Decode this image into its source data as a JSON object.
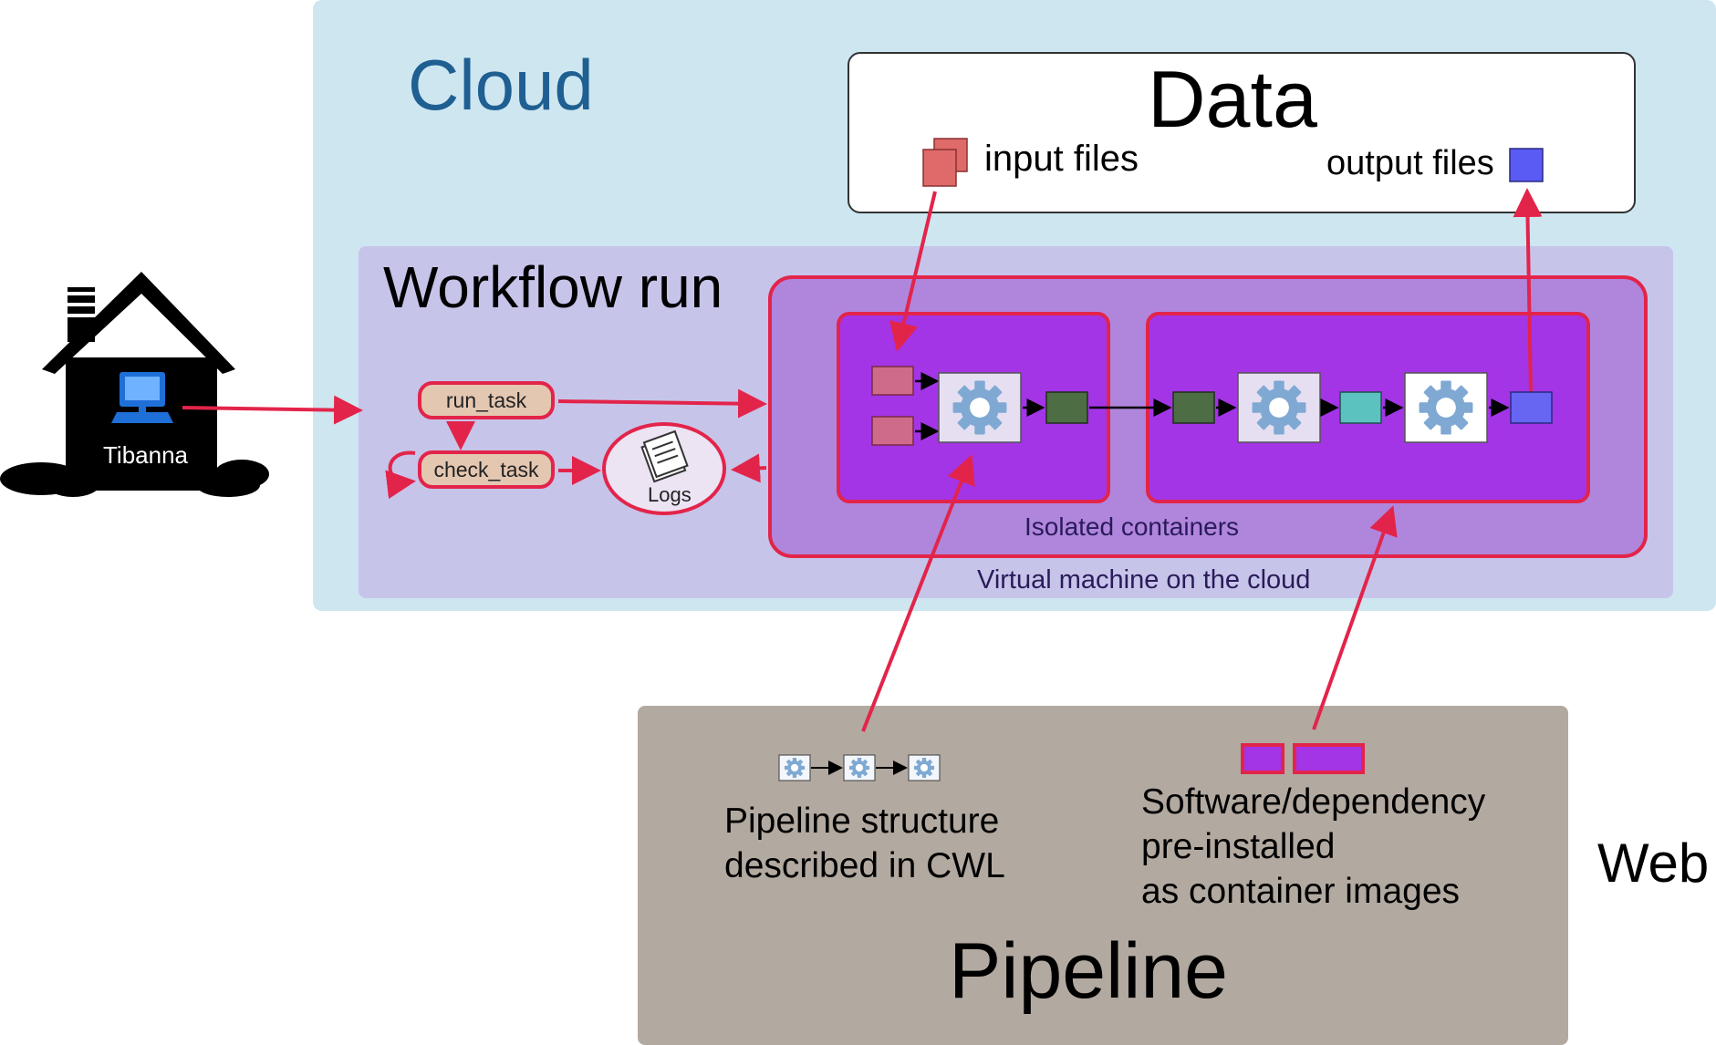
{
  "regions": {
    "cloud": "Cloud",
    "data": "Data",
    "workflow": "Workflow run",
    "pipeline": "Pipeline",
    "web": "Web"
  },
  "data": {
    "input_files": "input files",
    "output_files": "output files"
  },
  "home": {
    "label": "Tibanna"
  },
  "workflow": {
    "run_task": "run_task",
    "check_task": "check_task",
    "logs": "Logs",
    "isolated_containers": "Isolated containers",
    "virtual_machine": "Virtual machine on the cloud"
  },
  "pipeline": {
    "structure": [
      "Pipeline structure",
      "described in CWL"
    ],
    "software": [
      "Software/dependency",
      "pre-installed",
      "as container images"
    ]
  },
  "colors": {
    "cloud_bg": "#cde6f0",
    "workflow_bg": "#c7c4ea",
    "vm_bg": "#b086dd",
    "container_bg": "#a335e6",
    "arrow_red": "#e3244a",
    "pipeline_bg": "#b2a9a0",
    "input_file": "#de6a6a",
    "output_file": "#5a5af5"
  },
  "icons": [
    "house-icon",
    "computer-icon",
    "gear-icon",
    "file-stack-icon",
    "logs-icon",
    "container-image-icon"
  ]
}
